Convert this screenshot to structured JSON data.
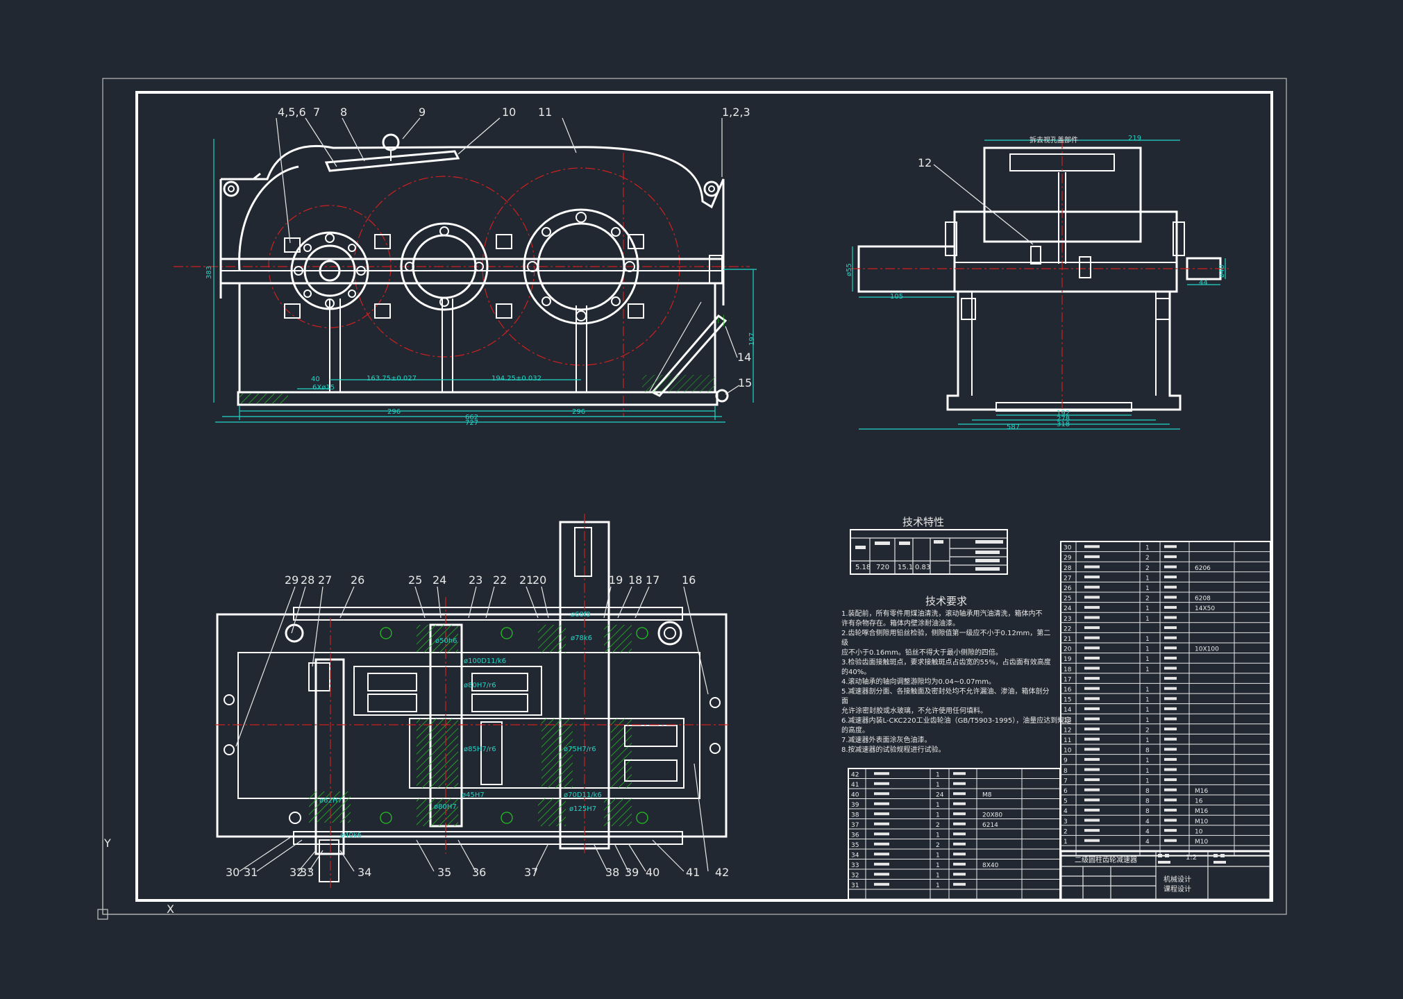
{
  "views": {
    "front": {
      "part_labels": [
        "4,5,6",
        "7",
        "8",
        "9",
        "10",
        "11",
        "1,2,3",
        "14",
        "15"
      ],
      "dimensions": {
        "height": "383",
        "offset": "40",
        "bolts": "6Xø15",
        "center1": "163.75±0.027",
        "center2": "194.25±0.032",
        "len1": "296",
        "len2": "296",
        "overall1": "662",
        "overall2": "727",
        "right_height": "197"
      }
    },
    "side": {
      "title": "拆去视孔盖部件",
      "part_label": "12",
      "dimensions": {
        "top": "219",
        "left_dia": "ø55",
        "left_len": "105",
        "right_dia": "ø40",
        "right_len": "44",
        "base1": "192",
        "base2": "278",
        "base3": "318",
        "overall": "587"
      }
    },
    "plan": {
      "top_labels": [
        "29",
        "28",
        "27",
        "26",
        "25",
        "24",
        "23",
        "22",
        "21",
        "20",
        "19",
        "18",
        "17",
        "16"
      ],
      "bottom_labels": [
        "30",
        "31",
        "32",
        "33",
        "34",
        "35",
        "36",
        "37",
        "38",
        "39",
        "40",
        "41",
        "42"
      ],
      "fits": [
        "ø68f9",
        "ø78k6",
        "ø50h6",
        "ø100D11/k6",
        "ø80H7/r6",
        "ø85H7/r6",
        "ø75H7/r6",
        "ø70D11/k6",
        "ø125H7",
        "ø80H7",
        "ø45H7",
        "ø62H7",
        "ø40k6"
      ]
    }
  },
  "characteristics": {
    "title": "技术特性",
    "values": [
      "5.18",
      "720",
      "15.1",
      "0.83"
    ]
  },
  "requirements": {
    "title": "技术要求",
    "lines": [
      "1.装配前，所有零件用煤油清洗，滚动轴承用汽油清洗，箱体内不",
      "   许有杂物存在。箱体内壁涂耐油油漆。",
      "2.齿轮啄合侧隙用铅丝检验，侧隙值第一级应不小于0.12mm，第二",
      "级",
      "   应不小于0.16mm。铅丝不得大于最小侧隙的四倍。",
      "3.检验齿面接触斑点，要求接触斑点占齿宽的55%，占齿面有效高度",
      "   的40%。",
      "4.滚动轴承的轴向调整游隙均为0.04~0.07mm。",
      "5.减速器剖分面、各接触面及密封处均不允许漏油、渗油，箱体剖分",
      "面",
      "   允许涂密封胶或水玻璃，不允许使用任何填料。",
      "6.减速器内装L-CKC220工业齿轮油（GB/T5903-1995），油量应达到规定",
      "   的高度。",
      "7.减速器外表面涂灰色油漆。",
      "8.按减速器的试验规程进行试验。"
    ]
  },
  "bom_left": [
    {
      "no": "42",
      "qty": "1",
      "note": ""
    },
    {
      "no": "41",
      "qty": "1",
      "note": ""
    },
    {
      "no": "40",
      "qty": "24",
      "note": "M8"
    },
    {
      "no": "39",
      "qty": "1",
      "note": ""
    },
    {
      "no": "38",
      "qty": "1",
      "note": "20X80"
    },
    {
      "no": "37",
      "qty": "2",
      "note": "6214"
    },
    {
      "no": "36",
      "qty": "1",
      "note": ""
    },
    {
      "no": "35",
      "qty": "2",
      "note": ""
    },
    {
      "no": "34",
      "qty": "1",
      "note": ""
    },
    {
      "no": "33",
      "qty": "1",
      "note": "8X40"
    },
    {
      "no": "32",
      "qty": "1",
      "note": ""
    },
    {
      "no": "31",
      "qty": "1",
      "note": ""
    },
    {
      "no": "",
      "qty": "",
      "note": ""
    }
  ],
  "bom_right": [
    {
      "no": "30",
      "qty": "1",
      "note": ""
    },
    {
      "no": "29",
      "qty": "2",
      "note": ""
    },
    {
      "no": "28",
      "qty": "2",
      "note": "6206"
    },
    {
      "no": "27",
      "qty": "1",
      "note": ""
    },
    {
      "no": "26",
      "qty": "1",
      "note": ""
    },
    {
      "no": "25",
      "qty": "2",
      "note": "6208"
    },
    {
      "no": "24",
      "qty": "1",
      "note": "14X50"
    },
    {
      "no": "23",
      "qty": "1",
      "note": ""
    },
    {
      "no": "22",
      "qty": "",
      "note": ""
    },
    {
      "no": "21",
      "qty": "1",
      "note": ""
    },
    {
      "no": "20",
      "qty": "1",
      "note": "10X100"
    },
    {
      "no": "19",
      "qty": "1",
      "note": ""
    },
    {
      "no": "18",
      "qty": "1",
      "note": ""
    },
    {
      "no": "17",
      "qty": "",
      "note": ""
    },
    {
      "no": "16",
      "qty": "1",
      "note": ""
    },
    {
      "no": "15",
      "qty": "1",
      "note": ""
    },
    {
      "no": "14",
      "qty": "1",
      "note": ""
    },
    {
      "no": "13",
      "qty": "1",
      "note": ""
    },
    {
      "no": "12",
      "qty": "2",
      "note": ""
    },
    {
      "no": "11",
      "qty": "1",
      "note": ""
    },
    {
      "no": "10",
      "qty": "8",
      "note": ""
    },
    {
      "no": "9",
      "qty": "1",
      "note": ""
    },
    {
      "no": "8",
      "qty": "1",
      "note": ""
    },
    {
      "no": "7",
      "qty": "1",
      "note": ""
    },
    {
      "no": "6",
      "qty": "8",
      "note": "M16"
    },
    {
      "no": "5",
      "qty": "8",
      "note": "16"
    },
    {
      "no": "4",
      "qty": "8",
      "note": "M16"
    },
    {
      "no": "3",
      "qty": "4",
      "note": "M10"
    },
    {
      "no": "2",
      "qty": "4",
      "note": "10"
    },
    {
      "no": "1",
      "qty": "4",
      "note": "M10"
    },
    {
      "no": "",
      "qty": "",
      "note": ""
    }
  ],
  "title_block": {
    "drawing_name": "二级圆柱齿轮减速器",
    "scale": "1:2",
    "course1": "机械设计",
    "course2": "课程设计"
  },
  "ucs": {
    "x": "X",
    "y": "Y"
  },
  "colors": {
    "background": "#222831",
    "line": "#ffffff",
    "dimension": "#21d6c8",
    "center": "#d02020",
    "hatch": "#22c122"
  }
}
